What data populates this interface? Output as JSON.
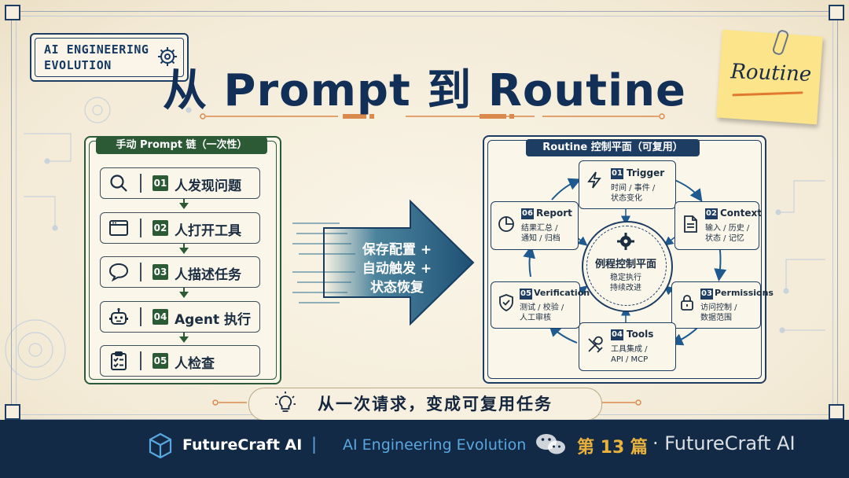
{
  "badge": {
    "line1": "AI ENGINEERING",
    "line2": "EVOLUTION",
    "icon": "gear-icon"
  },
  "title": "从 Prompt 到 Routine",
  "sticky_note": {
    "text": "Routine"
  },
  "left_panel": {
    "label": "手动 Prompt 链（一次性）",
    "steps": [
      {
        "num": "01",
        "label": "人发现问题",
        "icon": "search-icon"
      },
      {
        "num": "02",
        "label": "人打开工具",
        "icon": "browser-window-icon"
      },
      {
        "num": "03",
        "label": "人描述任务",
        "icon": "chat-bubble-icon"
      },
      {
        "num": "04",
        "label": "Agent 执行",
        "icon": "robot-icon"
      },
      {
        "num": "05",
        "label": "人检查",
        "icon": "clipboard-check-icon"
      }
    ]
  },
  "arrow": {
    "line1": "保存配置 +",
    "line2": "自动触发 +",
    "line3": "状态恢复"
  },
  "right_panel": {
    "label": "Routine 控制平面（可复用）",
    "center": {
      "title": "例程控制平面",
      "line1": "稳定执行",
      "line2": "持续改进",
      "icon": "gear-icon"
    },
    "nodes": [
      {
        "num": "01",
        "title": "Trigger",
        "desc1": "时间 / 事件 /",
        "desc2": "状态变化",
        "icon": "lightning-icon"
      },
      {
        "num": "02",
        "title": "Context",
        "desc1": "输入 / 历史 /",
        "desc2": "状态 / 记忆",
        "icon": "document-icon"
      },
      {
        "num": "03",
        "title": "Permissions",
        "desc1": "访问控制 /",
        "desc2": "数据范围",
        "icon": "lock-icon"
      },
      {
        "num": "04",
        "title": "Tools",
        "desc1": "工具集成 /",
        "desc2": "API / MCP",
        "icon": "wrench-icon"
      },
      {
        "num": "05",
        "title": "Verification",
        "desc1": "测试 / 校验 /",
        "desc2": "人工审核",
        "icon": "shield-check-icon"
      },
      {
        "num": "06",
        "title": "Report",
        "desc1": "结果汇总 /",
        "desc2": "通知 / 归档",
        "icon": "pie-chart-icon"
      }
    ]
  },
  "banner": {
    "text": "从一次请求，变成可复用任务",
    "icon": "lightbulb-icon"
  },
  "footer": {
    "brand": "FutureCraft AI",
    "separator": "|",
    "series": "AI Engineering Evolution",
    "issue": "第 13 篇",
    "watermark": "· FutureCraft AI",
    "logo_icon": "cube-icon",
    "wechat_icon": "wechat-icon"
  },
  "colors": {
    "navy": "#1e3d63",
    "green": "#2c5a35",
    "accent": "#e07a2e",
    "footer": "#132a47",
    "gold": "#e8b23c"
  }
}
